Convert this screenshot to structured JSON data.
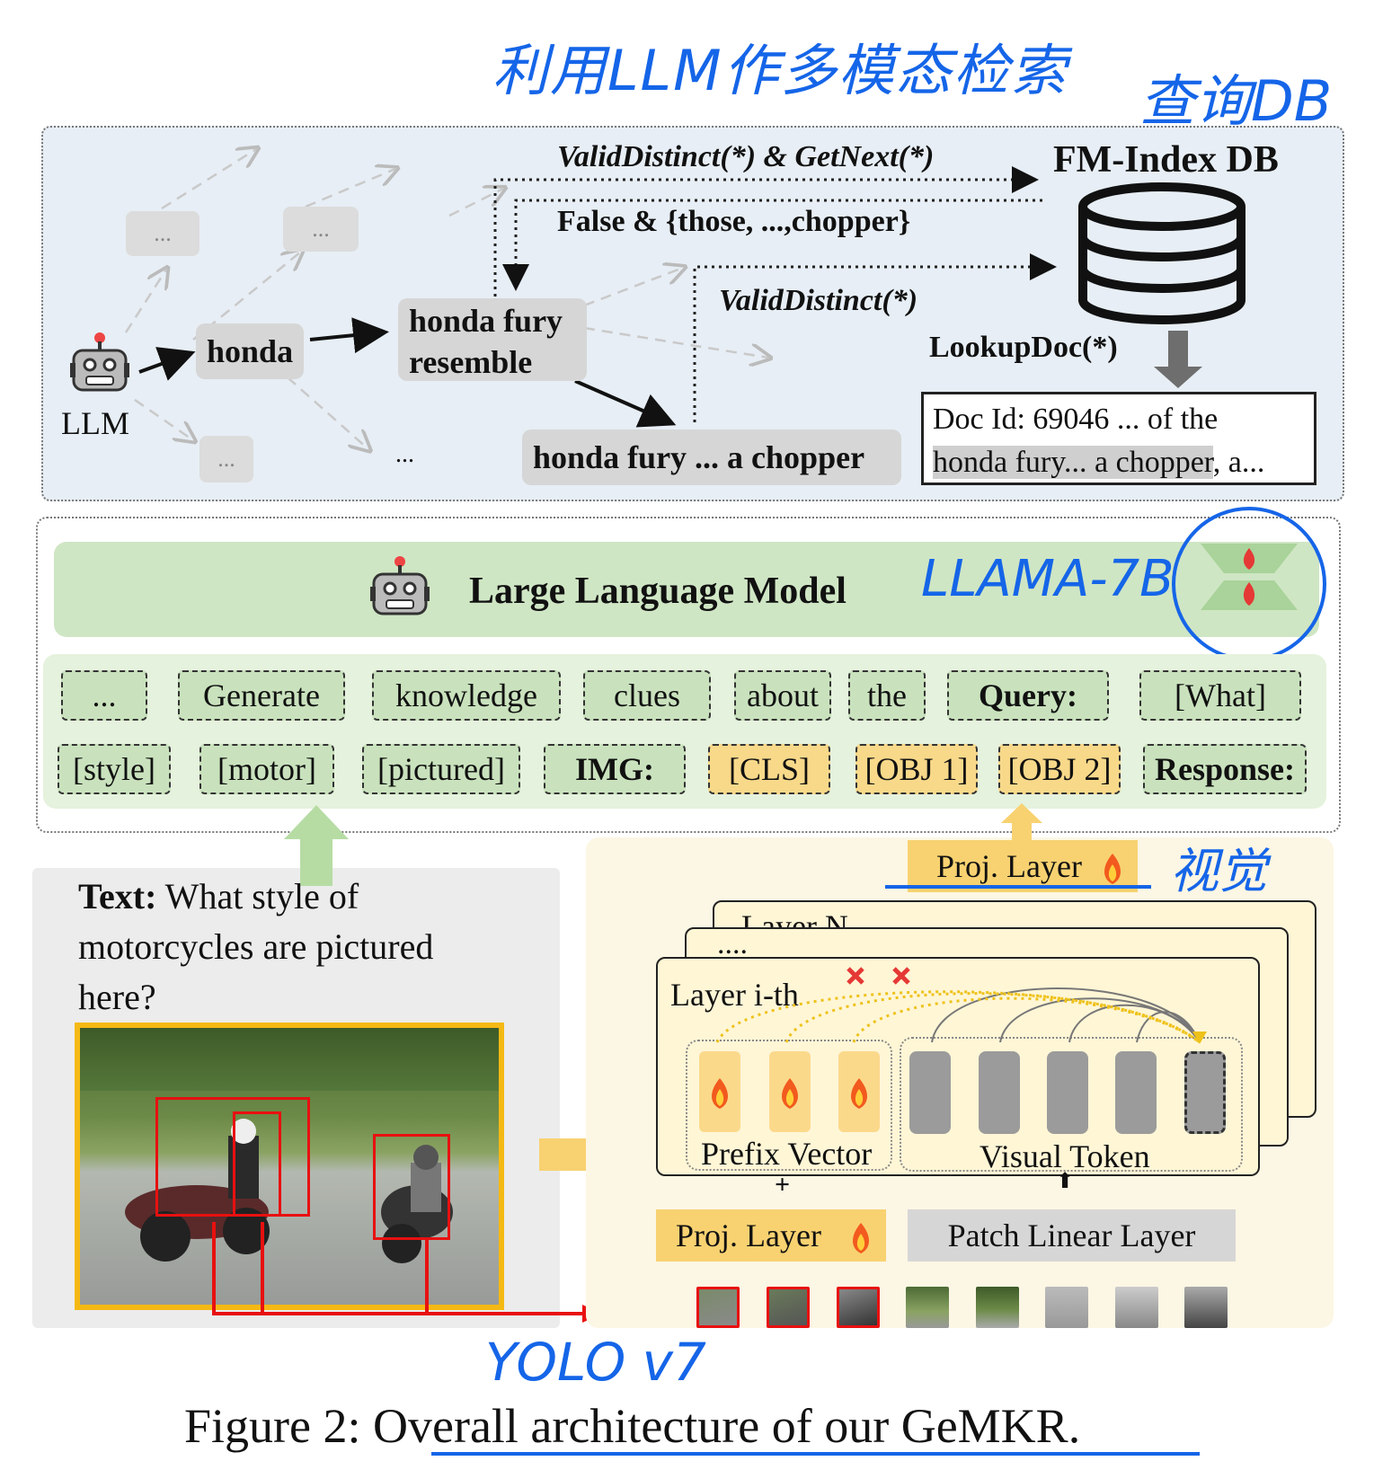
{
  "annotations": {
    "top_handwritten": "利用LLM作多模态检索",
    "query_db": "查询DB",
    "llama": "LLAMA-7B",
    "vision": "视觉",
    "yolo": "YOLO v7"
  },
  "retrieval": {
    "valid_distinct_getnext": "ValidDistinct(*) & GetNext(*)",
    "false_set": "False & {those, ...,chopper}",
    "valid_distinct": "ValidDistinct(*)",
    "db_title": "FM-Index DB",
    "lookup_doc": "LookupDoc(*)",
    "doc_line1": "Doc Id: 69046 ... of the",
    "doc_highlight": "honda fury... a chopper",
    "doc_tail": ", a...",
    "llm_label": "LLM",
    "node_honda": "honda",
    "node_fury_line1": "honda fury",
    "node_fury_line2": "resemble",
    "node_chopper": "honda fury ...  a chopper",
    "ghost_ellipsis": "...",
    "plain_ellipsis": "..."
  },
  "model": {
    "title": "Large Language Model",
    "tokens_row1": [
      "...",
      "Generate",
      "knowledge",
      "clues",
      "about",
      "the",
      "Query:",
      "[What]"
    ],
    "tokens_row2": [
      "[style]",
      "[motor]",
      "[pictured]",
      "IMG:",
      "[CLS]",
      "[OBJ 1]",
      "[OBJ 2]",
      "Response:"
    ]
  },
  "input": {
    "text_label": "Text:",
    "text_line1": " What style of",
    "text_line2": "motorcycles are pictured",
    "text_line3": "here?"
  },
  "vision": {
    "proj_layer_top": "Proj. Layer",
    "layer_n": "Layer N",
    "dots": "....",
    "layer_i": "Layer i-th",
    "prefix_vector": "Prefix Vector",
    "visual_token": "Visual Token",
    "proj_layer_bottom": "Proj. Layer",
    "patch_linear": "Patch Linear Layer",
    "plus": "+",
    "up": "⬆"
  },
  "caption": {
    "prefix": "Figure 2: ",
    "text": "Overall architecture of our GeMKR."
  },
  "colors": {
    "top_panel": "#e7eef5",
    "green": "#c9e2bd",
    "yellow_token": "#f8d98a",
    "vision_bg": "#fcf6e4",
    "handwriting": "#1565e8",
    "bbox": "#e81010"
  },
  "icons": [
    "robot-icon",
    "database-icon",
    "fire-icon",
    "arrow-icon",
    "cross-icon"
  ]
}
